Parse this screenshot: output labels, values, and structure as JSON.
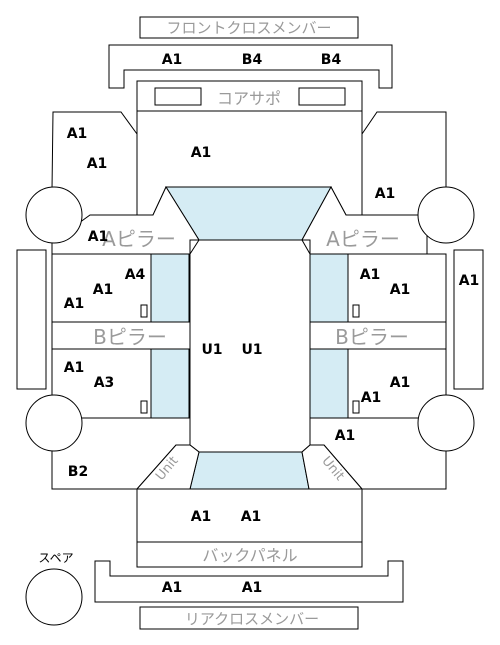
{
  "labels": {
    "front_cross_member": "フロントクロスメンバー",
    "core_support": "コアサポ",
    "a_pillar": "Aピラー",
    "b_pillar": "Bピラー",
    "unit": "Unit",
    "back_panel": "バックパネル",
    "rear_cross_member": "リアクロスメンバー",
    "spare": "スペア"
  },
  "codes": {
    "front_member_1": "A1",
    "front_member_2": "B4",
    "front_member_3": "B4",
    "left_front_fender_1": "A1",
    "left_front_fender_2": "A1",
    "hood": "A1",
    "right_front_fender": "A1",
    "left_a_pillar_area": "A1",
    "left_front_door_1": "A4",
    "left_front_door_2": "A1",
    "left_front_door_3": "A1",
    "roof_1": "U1",
    "roof_2": "U1",
    "right_front_door_1": "A1",
    "right_front_door_2": "A1",
    "right_rocker": "A1",
    "left_rear_door_1": "A1",
    "left_rear_door_2": "A3",
    "right_rear_door_1": "A1",
    "right_rear_door_2": "A1",
    "right_quarter": "A1",
    "left_quarter": "B2",
    "trunk_1": "A1",
    "trunk_2": "A1",
    "rear_member_1": "A1",
    "rear_member_2": "A1"
  }
}
